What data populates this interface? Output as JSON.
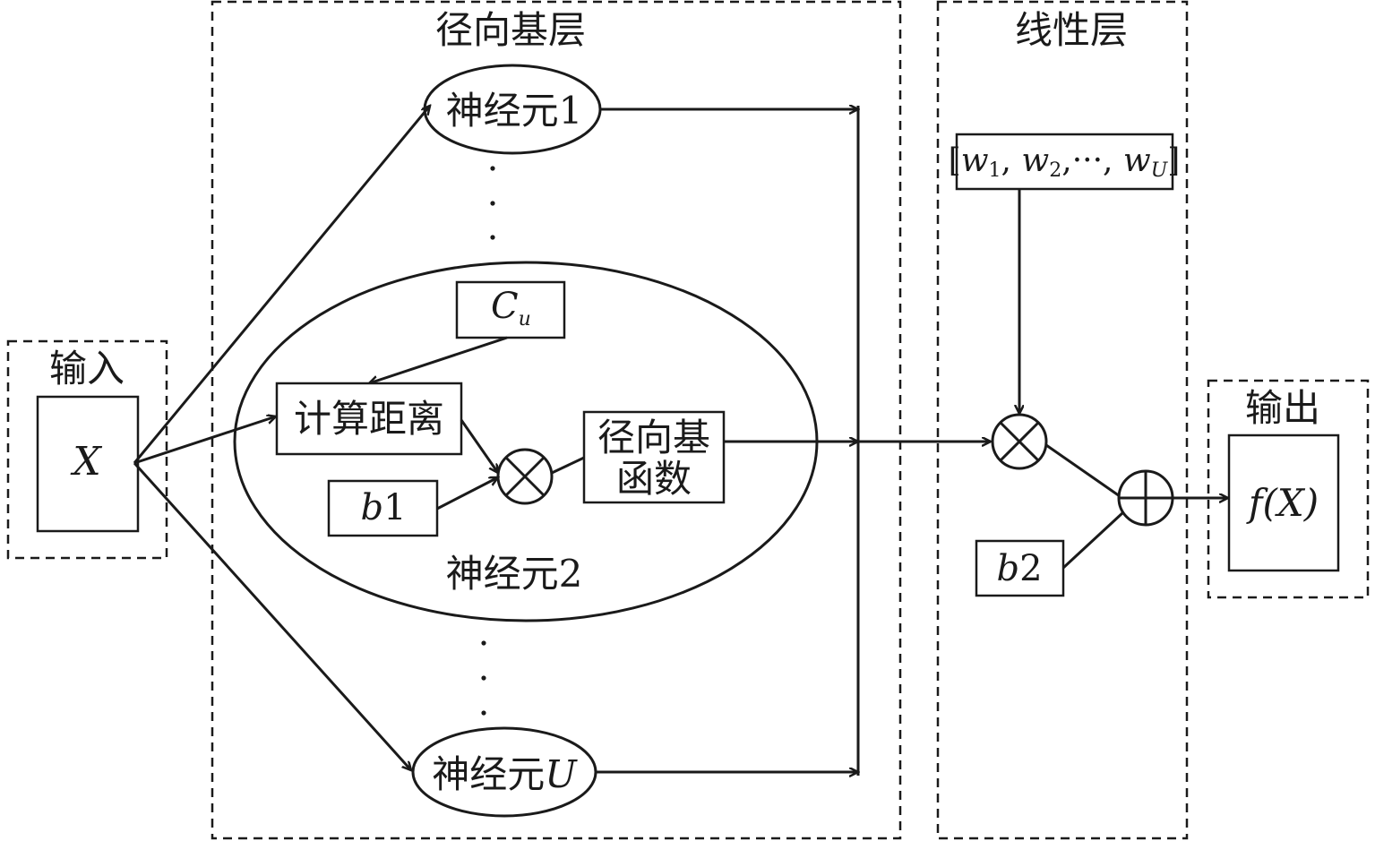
{
  "groups": {
    "input": "输入",
    "rbf_layer": "径向基层",
    "linear_layer": "线性层",
    "output": "输出"
  },
  "nodes": {
    "input_x": "X",
    "neuron_1": "神经元1",
    "neuron_2": "神经元2",
    "neuron_u_prefix": "神经元",
    "neuron_u_suffix": "U",
    "center_c": "C",
    "center_c_sub": "u",
    "compute_distance": "计算距离",
    "bias_1_var": "b",
    "bias_1_num": "1",
    "rbf_function_line1": "径向基",
    "rbf_function_line2": "函数",
    "bias_2_var": "b",
    "bias_2_num": "2",
    "output_f": "f",
    "output_arg": "(X)"
  },
  "weights": {
    "open": "[",
    "w": "w",
    "sub1": "1",
    "sep1": ", ",
    "sub2": "2",
    "ellipsis": ",···, ",
    "subU": "U",
    "close": "]"
  },
  "operators": {
    "multiply": "⊗",
    "add": "⊕"
  }
}
